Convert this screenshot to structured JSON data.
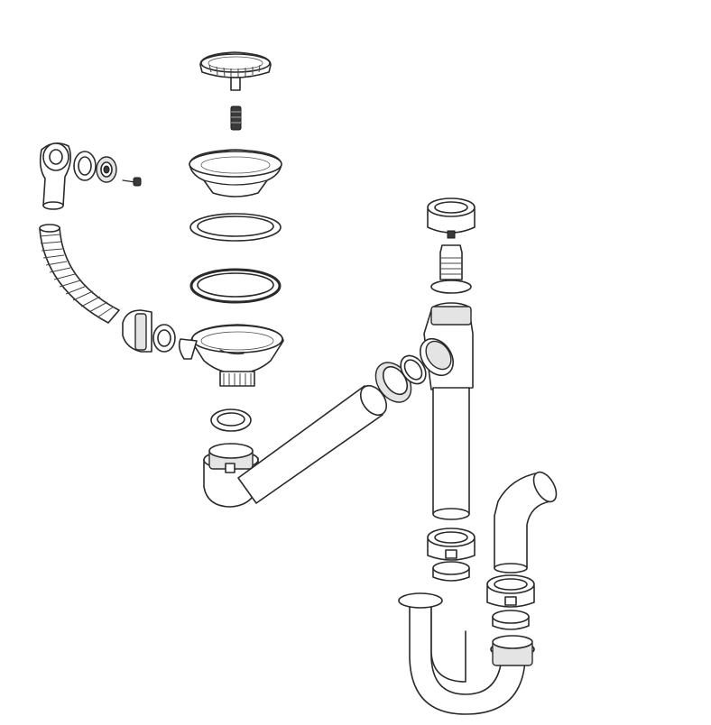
{
  "diagram": {
    "background": "#ffffff",
    "line_color": "#2a2a2a",
    "parts": [
      {
        "name": "strainer-basket"
      },
      {
        "name": "screw-bolt"
      },
      {
        "name": "sink-flange"
      },
      {
        "name": "flat-washer"
      },
      {
        "name": "rubber-gasket"
      },
      {
        "name": "strainer-body"
      },
      {
        "name": "small-washer"
      },
      {
        "name": "overflow-head"
      },
      {
        "name": "overflow-ring"
      },
      {
        "name": "overflow-nut"
      },
      {
        "name": "overflow-screw"
      },
      {
        "name": "corrugated-hose"
      },
      {
        "name": "hose-coupling"
      },
      {
        "name": "elbow-connector"
      },
      {
        "name": "horizontal-pipe"
      },
      {
        "name": "pipe-nut"
      },
      {
        "name": "tee-fitting"
      },
      {
        "name": "top-cap"
      },
      {
        "name": "hose-barb"
      },
      {
        "name": "vertical-pipe"
      },
      {
        "name": "trap-nut"
      },
      {
        "name": "trap-washer"
      },
      {
        "name": "u-trap"
      },
      {
        "name": "outlet-bend"
      },
      {
        "name": "outlet-nut"
      },
      {
        "name": "outlet-washer"
      }
    ]
  }
}
